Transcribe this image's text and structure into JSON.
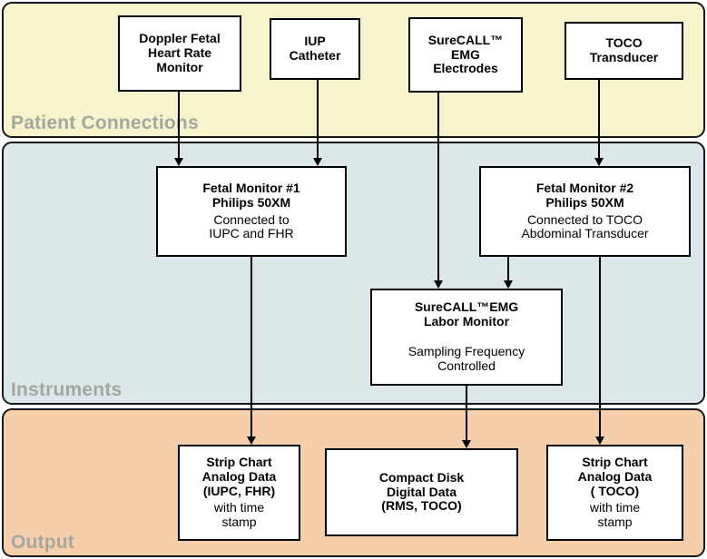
{
  "bands": {
    "patient": {
      "label": "Patient Connections",
      "bg": "#f7f3cc"
    },
    "instruments": {
      "label": "Instruments",
      "bg": "#dbe7e9"
    },
    "output": {
      "label": "Output",
      "bg": "#f5cfab"
    }
  },
  "colors": {
    "band_border": "#161616",
    "band_label": "#a3a79e",
    "node_border": "#000000",
    "node_bg": "#ffffff",
    "arrow": "#000000"
  },
  "nodes": {
    "doppler": {
      "title_lines": [
        "Doppler Fetal",
        "Heart Rate",
        "Monitor"
      ]
    },
    "iup": {
      "title_lines": [
        "IUP",
        "Catheter"
      ]
    },
    "electrodes": {
      "title_lines": [
        "SureCALL™",
        "EMG",
        "Electrodes"
      ]
    },
    "toco": {
      "title_lines": [
        "TOCO",
        "Transducer"
      ]
    },
    "fm1": {
      "title_lines": [
        "Fetal Monitor #1",
        "Philips 50XM"
      ],
      "subtitle_lines": [
        "Connected to",
        "IUPC and FHR"
      ]
    },
    "fm2": {
      "title_lines": [
        "Fetal Monitor #2",
        "Philips 50XM"
      ],
      "subtitle_lines": [
        "Connected to TOCO",
        "Abdominal Transducer"
      ]
    },
    "labor": {
      "title_lines": [
        "SureCALL™EMG",
        "Labor Monitor"
      ],
      "subtitle_lines": [
        "Sampling Frequency",
        "Controlled"
      ]
    },
    "strip1": {
      "title_lines": [
        "Strip Chart",
        "Analog Data",
        "(IUPC, FHR)"
      ],
      "subtitle_lines": [
        "with time",
        "stamp"
      ]
    },
    "cd": {
      "title_lines": [
        "Compact Disk",
        "Digital Data",
        "(RMS, TOCO)"
      ]
    },
    "strip2": {
      "title_lines": [
        "Strip Chart",
        "Analog Data",
        "( TOCO)"
      ],
      "subtitle_lines": [
        "with time",
        "stamp"
      ]
    }
  },
  "edges": [
    {
      "from": "doppler-fetal-heart-rate-monitor",
      "to": "fetal-monitor-1"
    },
    {
      "from": "iup-catheter",
      "to": "fetal-monitor-1"
    },
    {
      "from": "surecall-emg-electrodes",
      "to": "surecall-emg-labor-monitor"
    },
    {
      "from": "toco-transducer",
      "to": "fetal-monitor-2"
    },
    {
      "from": "fetal-monitor-2",
      "to": "surecall-emg-labor-monitor"
    },
    {
      "from": "fetal-monitor-1",
      "to": "strip-chart-analog-data-iupc-fhr"
    },
    {
      "from": "surecall-emg-labor-monitor",
      "to": "compact-disk-digital-data"
    },
    {
      "from": "fetal-monitor-2",
      "to": "strip-chart-analog-data-toco"
    }
  ]
}
